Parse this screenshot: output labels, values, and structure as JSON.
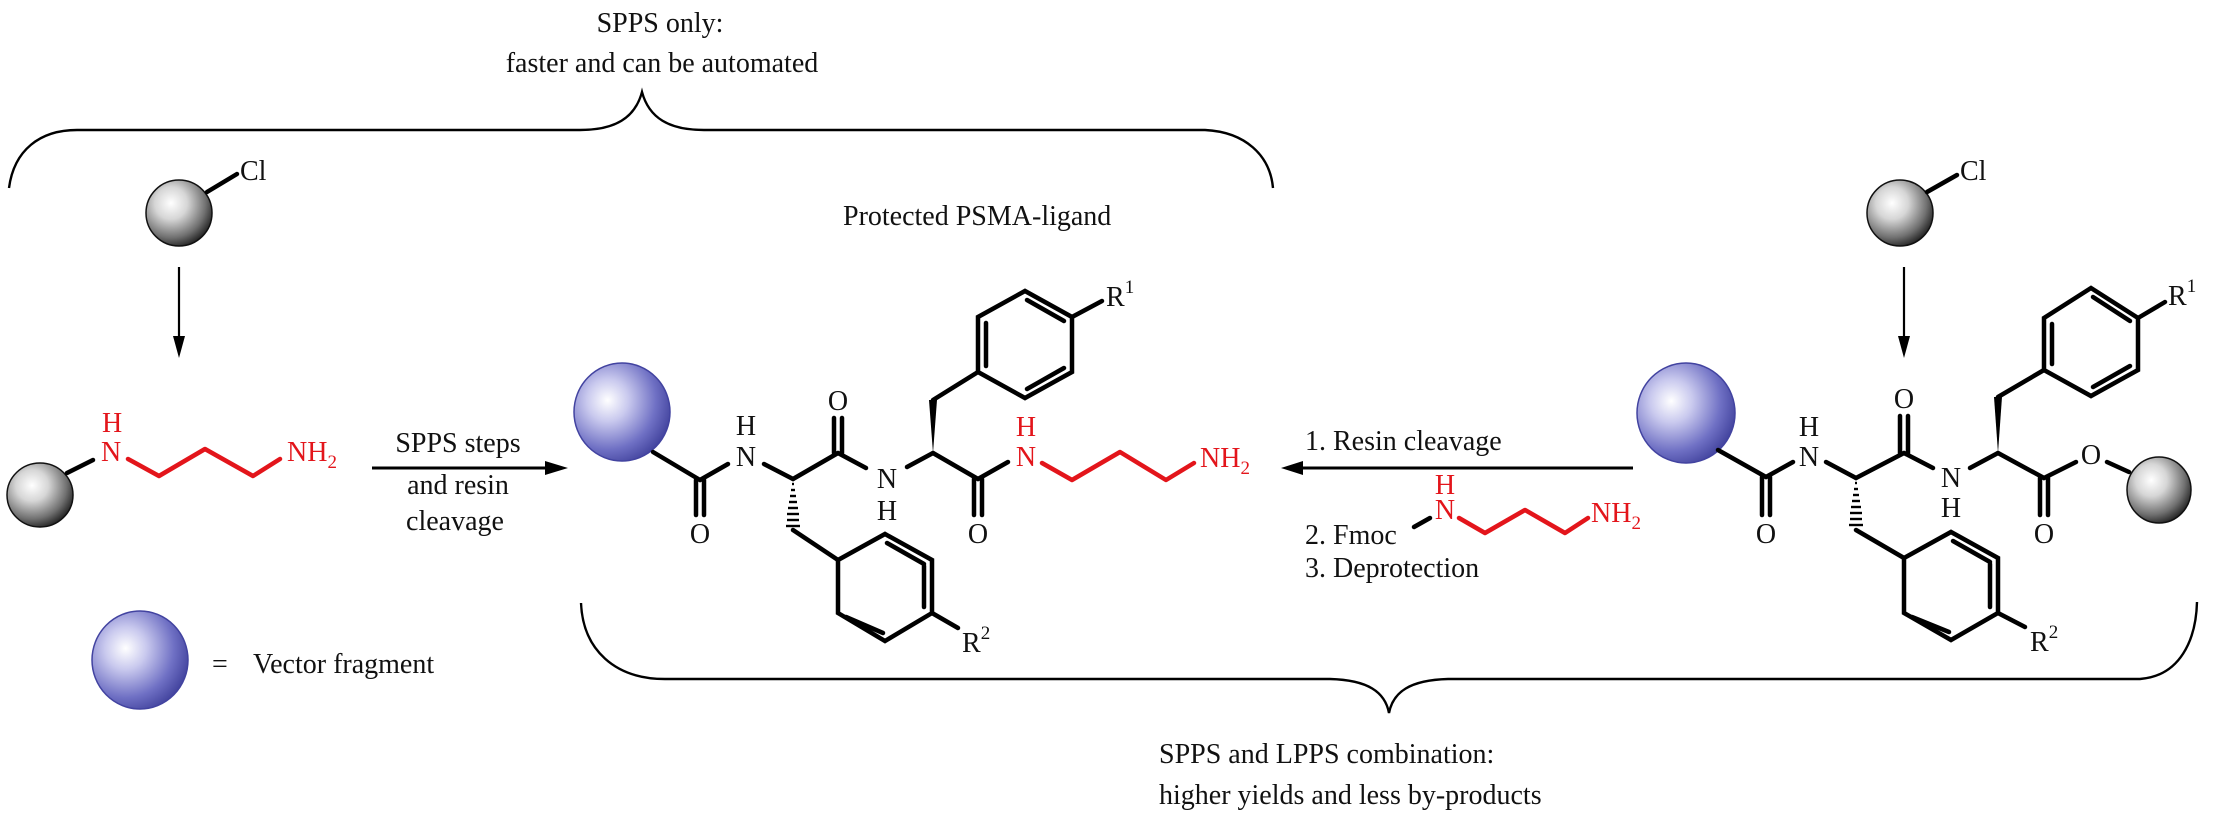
{
  "figure": {
    "top_caption": {
      "line1": "SPPS only:",
      "line2": "faster and can be automated"
    },
    "bottom_caption": {
      "line1": "SPPS and LPPS combination:",
      "line2": "higher yields and less by-products"
    },
    "product_label": "Protected PSMA-ligand",
    "legend": {
      "equals": "=",
      "text": "Vector fragment"
    },
    "left_route": {
      "resin_substituent": "Cl",
      "linker": {
        "nh_h": "H",
        "nh_n": "N",
        "amine": "NH",
        "amine_sub": "2"
      },
      "arrow_label": [
        "SPPS steps",
        "and resin",
        "cleavage"
      ]
    },
    "right_route": {
      "resin_substituent": "Cl",
      "arrow_steps": {
        "step1": "1. Resin cleavage",
        "step2_prefix": "2.  Fmoc",
        "step3": "3. Deprotection"
      },
      "reagent": {
        "nh_h": "H",
        "nh_n": "N",
        "amine": "NH",
        "amine_sub": "2"
      }
    },
    "molecule_atoms": {
      "N": "N",
      "H": "H",
      "O": "O",
      "R": "R",
      "r1_sup": "1",
      "r2_sup": "2"
    },
    "colors": {
      "linker_red": "#e3151b",
      "vector_blue": "#4b4ca8",
      "resin_grey": "#3a3a3a"
    }
  }
}
